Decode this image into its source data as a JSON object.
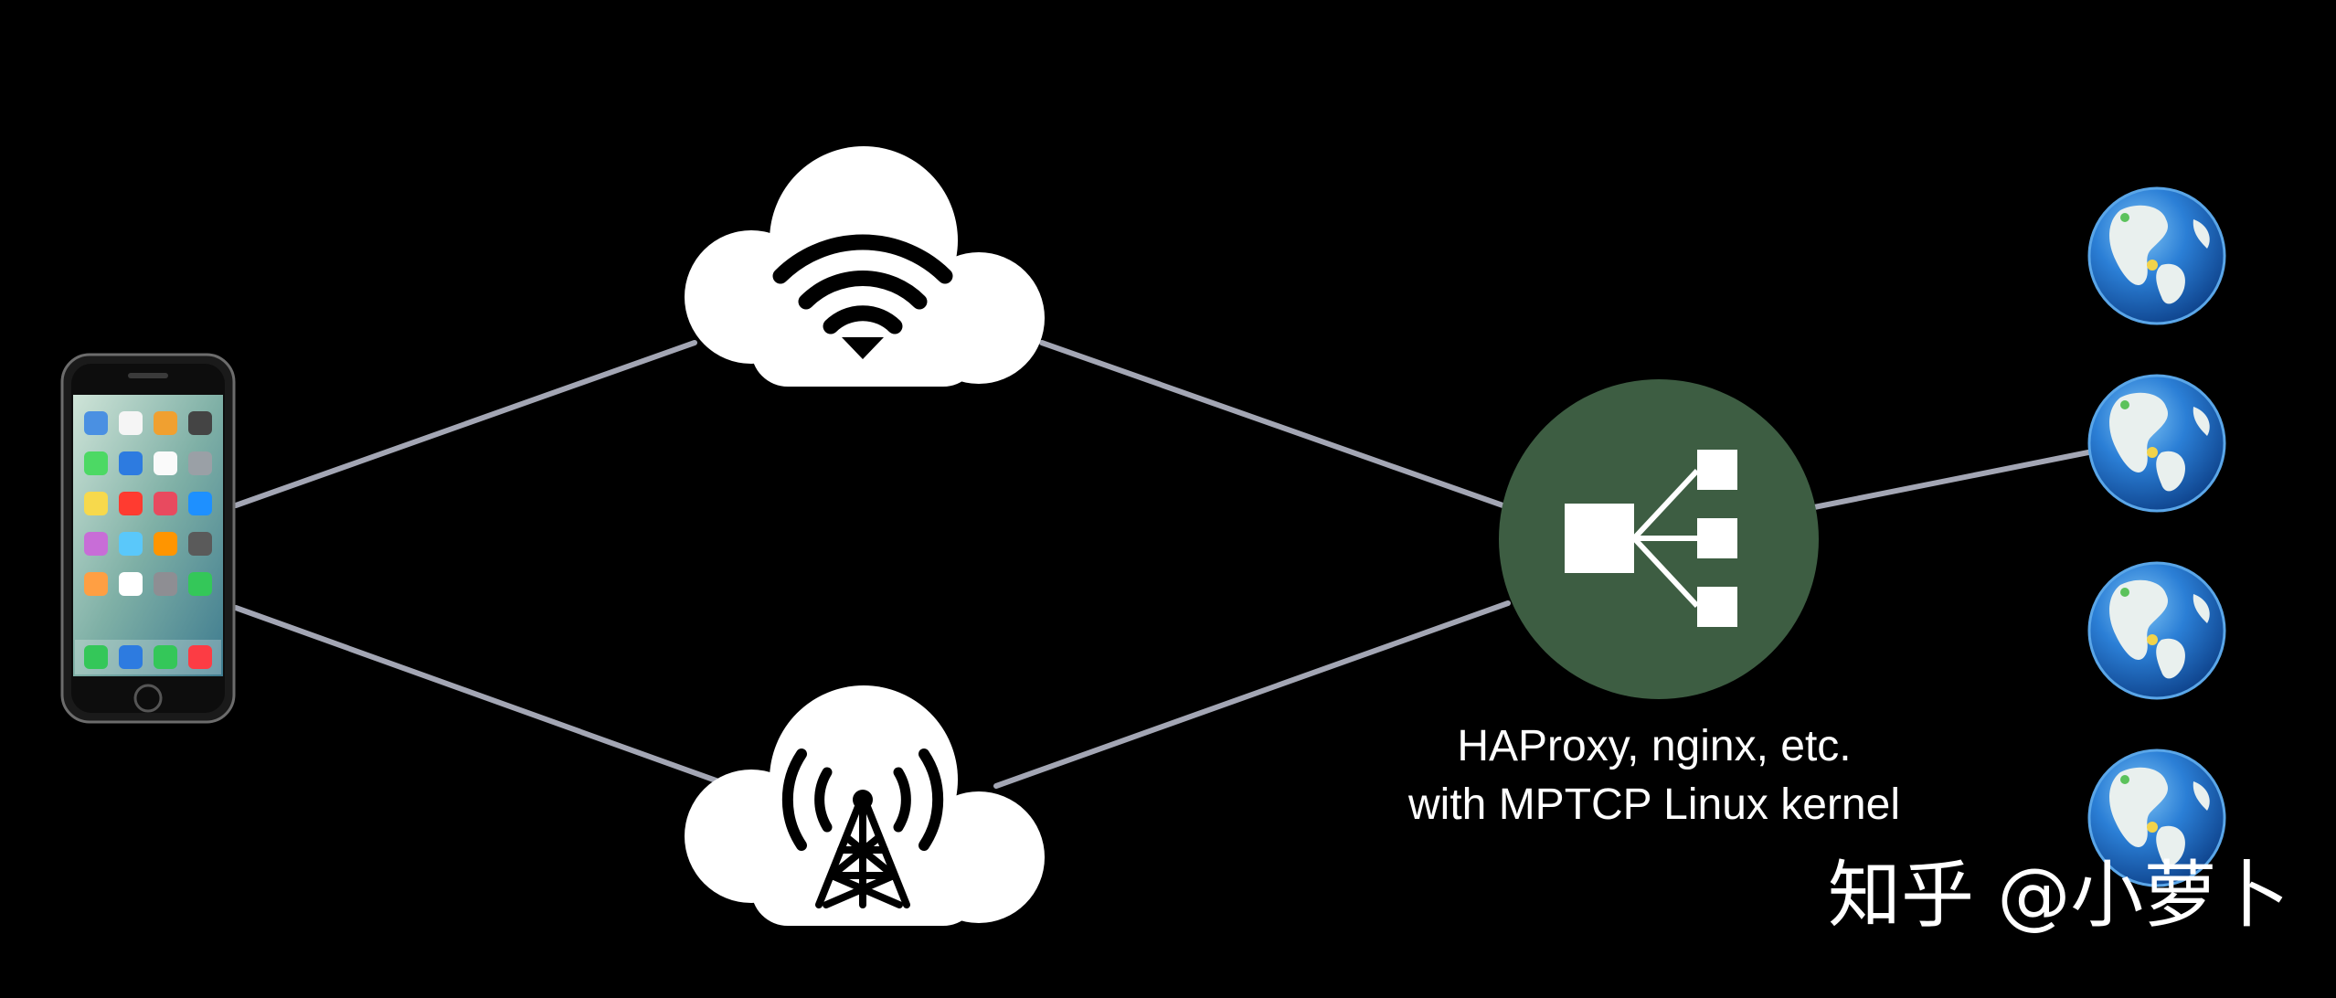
{
  "diagram": {
    "device": {
      "icon": "iphone-icon"
    },
    "networks": [
      {
        "id": "wifi",
        "icon": "wifi-cloud-icon"
      },
      {
        "id": "cellular",
        "icon": "cell-tower-cloud-icon"
      }
    ],
    "proxy": {
      "icon": "load-balancer-icon",
      "color": "#3d5d42",
      "caption_lines": [
        "HAProxy, nginx, etc.",
        "with MPTCP Linux kernel"
      ]
    },
    "servers": [
      {
        "icon": "globe-icon"
      },
      {
        "icon": "globe-icon"
      },
      {
        "icon": "globe-icon"
      },
      {
        "icon": "globe-icon"
      }
    ],
    "link_color": "#a3a6b4"
  },
  "watermark": {
    "text": "知乎 @小萝卜"
  }
}
